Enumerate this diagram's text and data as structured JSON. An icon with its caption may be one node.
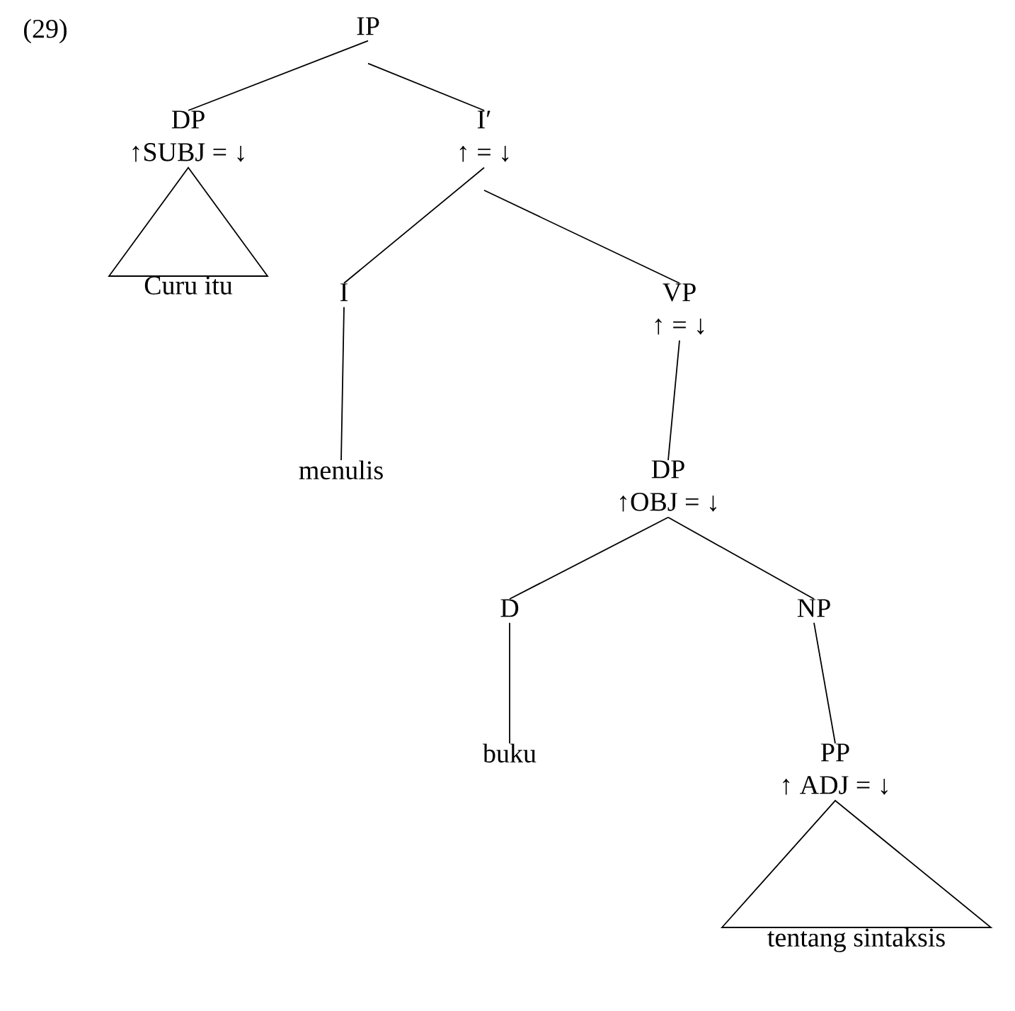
{
  "diagram": {
    "nodes": [
      {
        "text": [
          "IP"
        ]
      },
      {
        "text": [
          "DP",
          "↑SUBJ = ↓"
        ]
      },
      {
        "text": [
          "Curu itu"
        ]
      },
      {
        "text": [
          "I′",
          "↑ = ↓"
        ]
      },
      {
        "text": [
          "I"
        ]
      },
      {
        "text": [
          "menulis"
        ]
      },
      {
        "text": [
          "VP",
          "↑ = ↓"
        ]
      },
      {
        "text": [
          "DP",
          "↑OBJ = ↓"
        ]
      },
      {
        "text": [
          "D"
        ]
      },
      {
        "text": [
          "buku"
        ]
      },
      {
        "text": [
          "NP"
        ]
      },
      {
        "text": [
          "PP",
          "↑ ADJ = ↓"
        ]
      },
      {
        "text": [
          "tentang sintaksis"
        ]
      }
    ],
    "edges": [
      {
        "from": 0,
        "to": 1,
        "arrow": "none"
      },
      {
        "from": 0,
        "to": 3,
        "arrow": "none"
      },
      {
        "from": 1,
        "to": 2,
        "arrow": "none"
      },
      {
        "from": 3,
        "to": 4,
        "arrow": "none"
      },
      {
        "from": 3,
        "to": 6,
        "arrow": "none"
      },
      {
        "from": 4,
        "to": 5,
        "arrow": "none"
      },
      {
        "from": 6,
        "to": 7,
        "arrow": "none"
      },
      {
        "from": 7,
        "to": 8,
        "arrow": "none"
      },
      {
        "from": 7,
        "to": 10,
        "arrow": "none"
      },
      {
        "from": 8,
        "to": 9,
        "arrow": "none"
      },
      {
        "from": 10,
        "to": 11,
        "arrow": "none"
      },
      {
        "from": 11,
        "to": 12,
        "arrow": "none"
      }
    ],
    "labels": [
      "(29)"
    ]
  }
}
